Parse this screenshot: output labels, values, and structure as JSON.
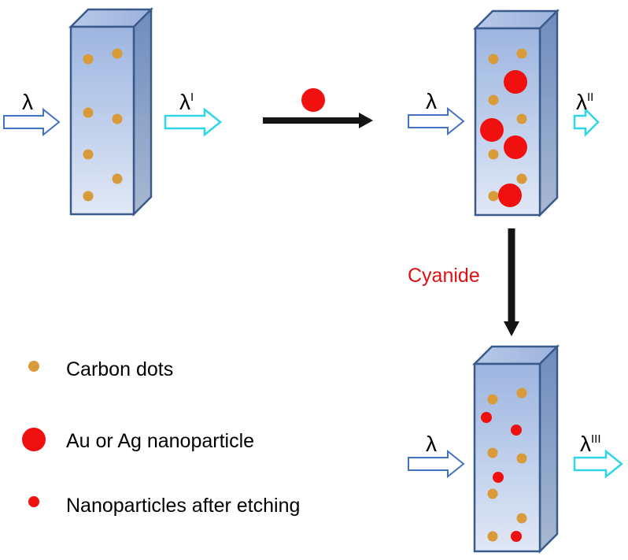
{
  "labels": {
    "lambda": "λ",
    "lambda_1_sup": "I",
    "lambda_2_sup": "II",
    "lambda_3_sup": "III",
    "reagent": "Cyanide"
  },
  "legend": {
    "carbon_dots": "Carbon dots",
    "nanoparticle": "Au or Ag nanoparticle",
    "etched": "Nanoparticles after etching"
  },
  "colors": {
    "carbon_dot": "#D99A3A",
    "nanoparticle": "#F01010",
    "reagent_text": "#E01010",
    "incident_arrow": "#4472C4",
    "emission_arrow": "#2FD6E8",
    "process_arrow": "#141414",
    "cuvette_edge": "#3A5A8C"
  }
}
